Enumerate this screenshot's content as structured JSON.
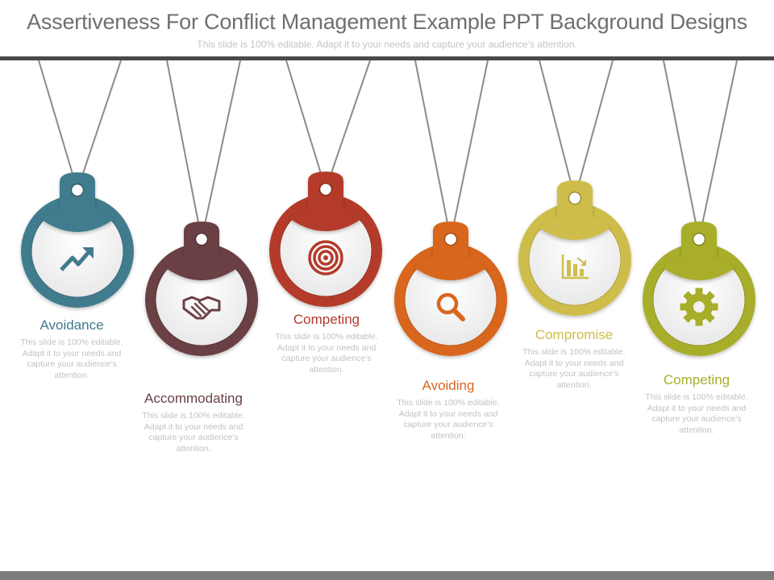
{
  "header": {
    "title": "Assertiveness For Conflict Management Example PPT Background Designs",
    "subtitle": "This slide is 100% editable. Adapt it to your needs and capture your audience’s attention."
  },
  "tags": [
    {
      "label": "Avoidance",
      "description": "This slide is 100% editable. Adapt it to your needs and capture your audience’s attention.",
      "color": "#417b8e",
      "icon": "trending-up-icon"
    },
    {
      "label": "Accommodating",
      "description": "This slide is 100% editable. Adapt it to your needs and capture your audience’s attention.",
      "color": "#6b4045",
      "icon": "handshake-icon"
    },
    {
      "label": "Competing",
      "description": "This slide is 100% editable. Adapt it to your needs and capture your audience’s attention.",
      "color": "#b43a2a",
      "icon": "target-icon"
    },
    {
      "label": "Avoiding",
      "description": "This slide is 100% editable. Adapt it to your needs and capture your audience’s attention.",
      "color": "#d8661f",
      "icon": "magnifier-icon"
    },
    {
      "label": "Compromise",
      "description": "This slide is 100% editable. Adapt it to your needs and capture your audience’s attention.",
      "color": "#cfbd4c",
      "icon": "bar-chart-icon"
    },
    {
      "label": "Competing",
      "description": "This slide is 100% editable. Adapt it to your needs and capture your audience’s attention.",
      "color": "#a9ae2a",
      "icon": "gear-icon"
    }
  ]
}
